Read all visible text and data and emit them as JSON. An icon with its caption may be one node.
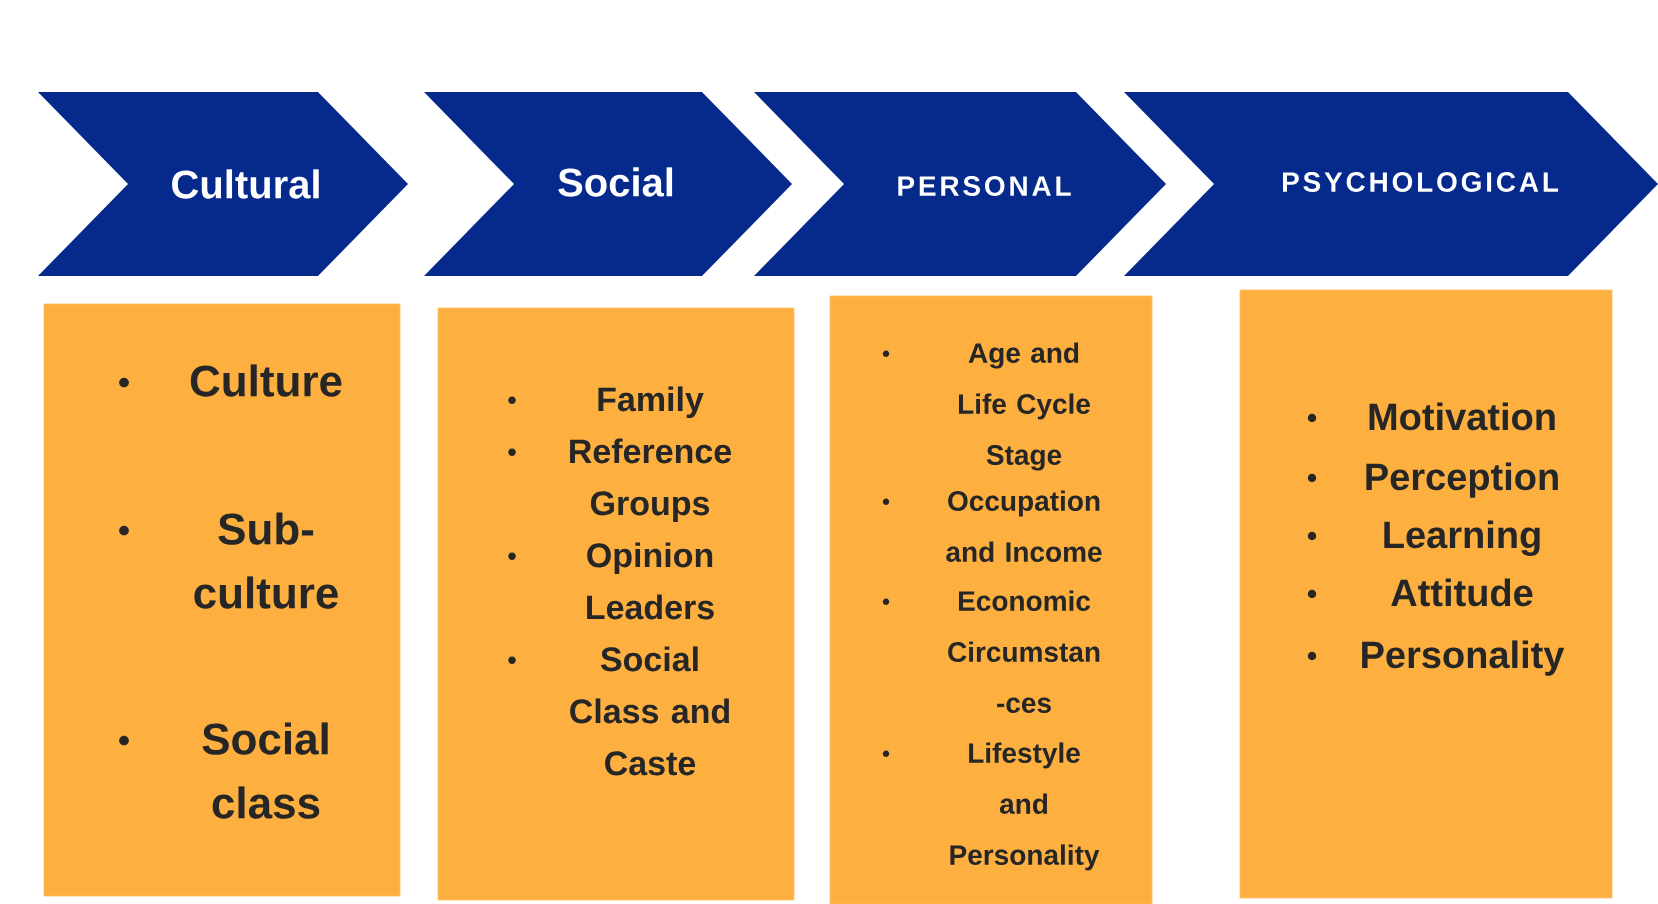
{
  "diagram": {
    "nodes": [
      {
        "text": [
          "Cultural"
        ]
      },
      {
        "text": [
          "Social"
        ]
      },
      {
        "text": [
          "PERSONAL"
        ]
      },
      {
        "text": [
          "PSYCHOLOGICAL"
        ]
      },
      {
        "text": [
          "Culture",
          "Sub-culture",
          "Social class"
        ]
      },
      {
        "text": [
          "Family",
          "Reference Groups",
          "Opinion Leaders",
          "Social Class and Caste"
        ]
      },
      {
        "text": [
          "Age and Life Cycle Stage",
          "Occupation and Income",
          "Economic Circumstan -ces",
          "Lifestyle and Personality"
        ]
      },
      {
        "text": [
          "Motivation",
          "Perception",
          "Learning",
          "Attitude",
          "Personality"
        ]
      }
    ]
  }
}
